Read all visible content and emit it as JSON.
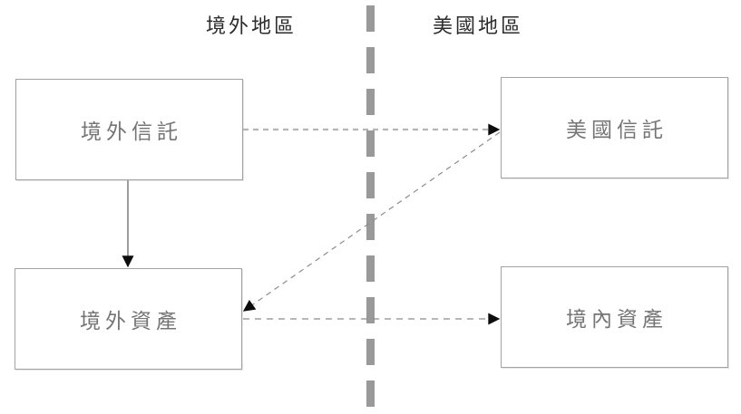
{
  "diagram": {
    "title_implicit": "",
    "regions": [
      {
        "id": "offshore-region",
        "label": "境外地區"
      },
      {
        "id": "us-region",
        "label": "美國地區"
      }
    ],
    "nodes": [
      {
        "id": "offshore-trust",
        "label": "境外信託"
      },
      {
        "id": "us-trust",
        "label": "美國信託"
      },
      {
        "id": "offshore-assets",
        "label": "境外資產"
      },
      {
        "id": "domestic-assets",
        "label": "境內資產"
      }
    ],
    "edges": [
      {
        "from": "境外信託",
        "to": "境外資產",
        "style": "solid-arrow"
      },
      {
        "from": "境外信託",
        "to": "美國信託",
        "style": "dashed-arrow"
      },
      {
        "from": "美國信託",
        "to": "境外資產",
        "style": "dashed-arrow"
      },
      {
        "from": "境外資產",
        "to": "境內資產",
        "style": "dashed-arrow"
      }
    ],
    "colors": {
      "divider": "#999999",
      "box_border": "#a3a3a3",
      "box_text": "#757575",
      "header_text": "#2b2b2b",
      "light_dash": "#b5b5b5",
      "dark_dash": "#8c8c8c",
      "solid_line": "#595959",
      "arrowhead": "#0d0d0d"
    }
  }
}
